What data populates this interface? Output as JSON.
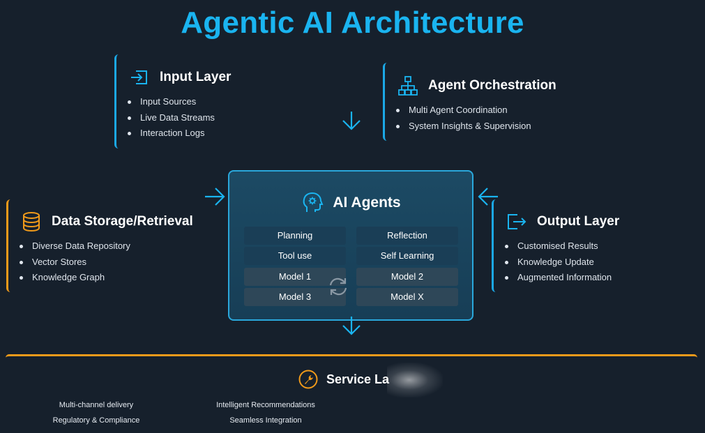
{
  "title": "Agentic AI Architecture",
  "input_layer": {
    "title": "Input Layer",
    "icon": "sign-in-icon",
    "items": [
      "Input Sources",
      "Live Data Streams",
      "Interaction Logs"
    ]
  },
  "agent_orchestration": {
    "title": "Agent Orchestration",
    "icon": "hierarchy-icon",
    "items": [
      "Multi Agent Coordination",
      "System Insights & Supervision"
    ]
  },
  "data_storage": {
    "title": "Data Storage/Retrieval",
    "icon": "database-icon",
    "items": [
      "Diverse Data Repository",
      "Vector Stores",
      "Knowledge Graph"
    ]
  },
  "output_layer": {
    "title": "Output Layer",
    "icon": "sign-out-icon",
    "items": [
      "Customised Results",
      "Knowledge Update",
      "Augmented Information"
    ]
  },
  "ai_agents": {
    "title": "AI Agents",
    "icon": "head-gear-icon",
    "capabilities": [
      "Planning",
      "Reflection",
      "Tool use",
      "Self Learning"
    ],
    "models": [
      "Model 1",
      "Model 2",
      "Model 3",
      "Model X"
    ]
  },
  "service_layer": {
    "title": "Service La",
    "icon": "wrench-icon",
    "items": [
      "Multi-channel delivery",
      "Intelligent Recommendations",
      "Regulatory & Compliance",
      "Seamless Integration"
    ]
  },
  "colors": {
    "background": "#16202c",
    "accent_blue": "#1ab4f0",
    "accent_orange": "#f09a1a"
  }
}
